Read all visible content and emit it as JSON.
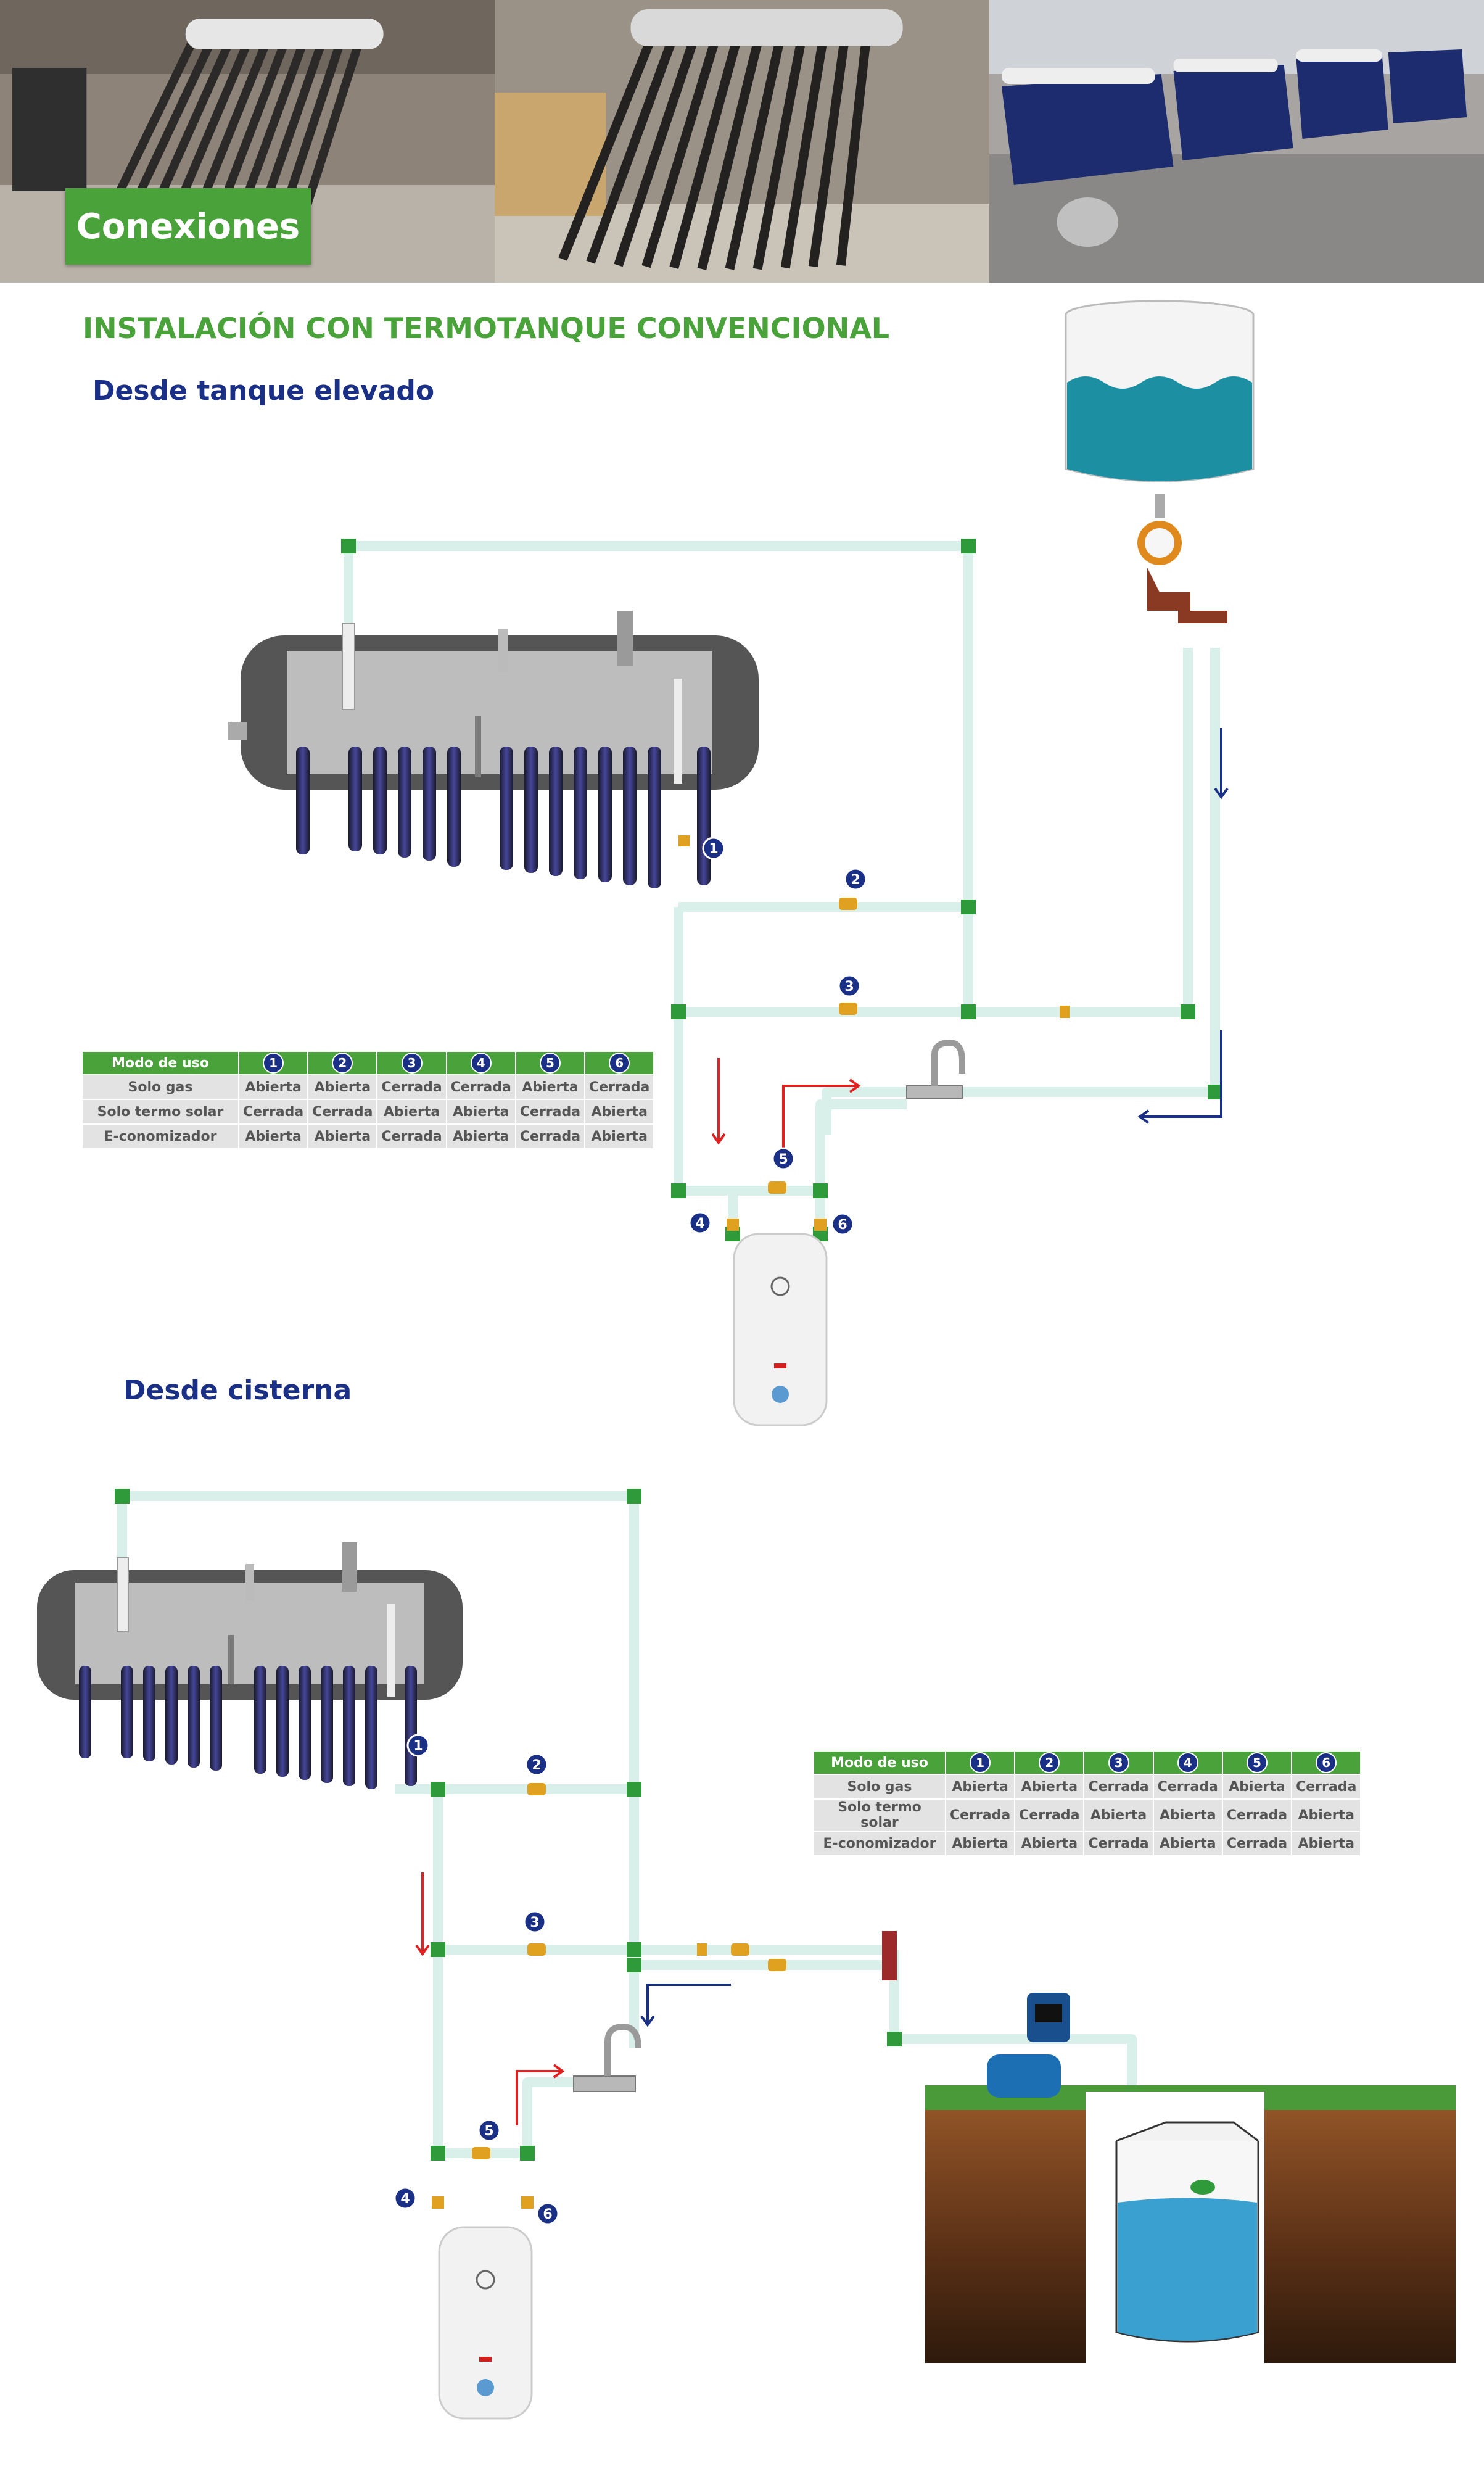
{
  "hero": {
    "badge": "Conexiones"
  },
  "section": {
    "title": "INSTALACIÓN CON TERMOTANQUE CONVENCIONAL",
    "sub1": "Desde tanque elevado",
    "sub2": "Desde cisterna"
  },
  "table": {
    "header": "Modo de uso",
    "cols": [
      "1",
      "2",
      "3",
      "4",
      "5",
      "6"
    ],
    "rows": [
      {
        "label": "Solo gas",
        "values": [
          "Abierta",
          "Abierta",
          "Cerrada",
          "Cerrada",
          "Abierta",
          "Cerrada"
        ]
      },
      {
        "label": "Solo termo solar",
        "values": [
          "Cerrada",
          "Cerrada",
          "Abierta",
          "Abierta",
          "Cerrada",
          "Abierta"
        ]
      },
      {
        "label": "E-conomizador",
        "values": [
          "Abierta",
          "Abierta",
          "Cerrada",
          "Abierta",
          "Cerrada",
          "Abierta"
        ]
      }
    ]
  },
  "valves": [
    "1",
    "2",
    "3",
    "4",
    "5",
    "6"
  ],
  "colors": {
    "green": "#4aa23a",
    "navy": "#1a2f86",
    "pipe": "#d8efea",
    "red": "#e02020",
    "water": "#1d8fa3"
  }
}
